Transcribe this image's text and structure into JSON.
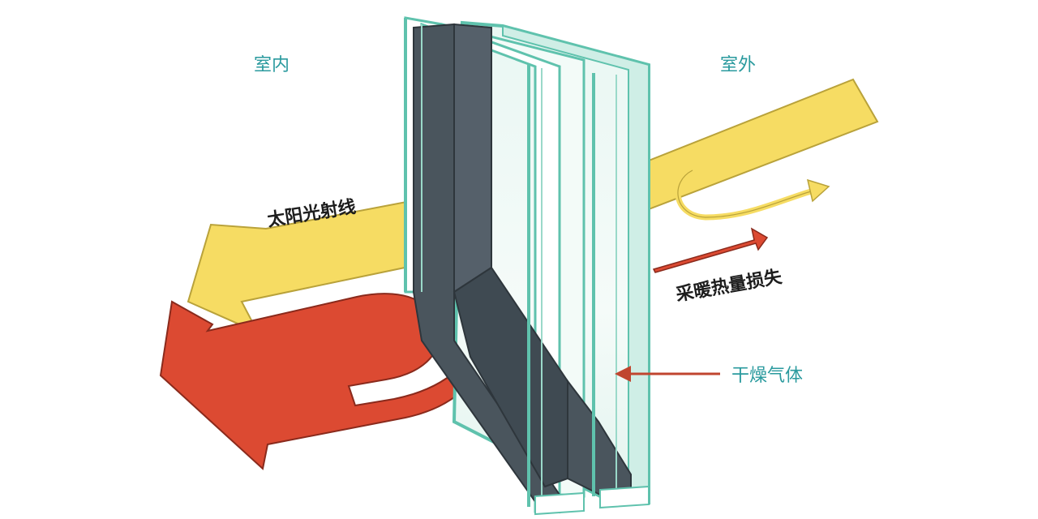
{
  "labels": {
    "indoor": "室内",
    "outdoor": "室外",
    "solar_radiation": "太阳光射线",
    "heating_heat_loss": "采暖热量损失",
    "dry_gas": "干燥气体"
  },
  "colors": {
    "solar_arrow": "#f6dc63",
    "heat_arrow": "#dc4a32",
    "glass_edge": "#5fc2ad",
    "spacer": "#4a555d",
    "teal_text": "#2a9a9e",
    "dark_text": "#1d1d1d"
  },
  "icons": {
    "solar": "solar-ray-arrow-icon",
    "heat": "heat-loss-arrow-icon",
    "pointer": "pointer-arrow-icon"
  }
}
